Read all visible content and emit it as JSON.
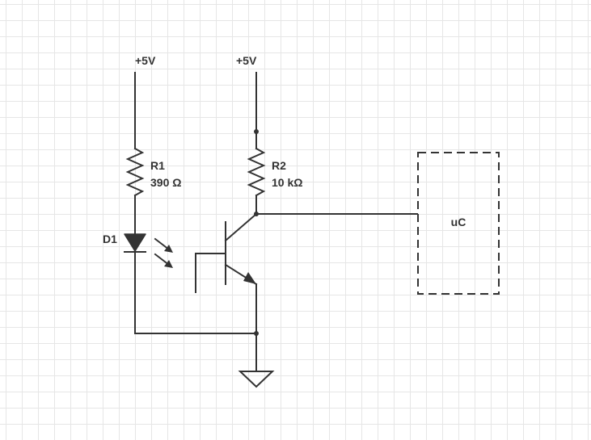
{
  "schematic": {
    "supply_left": "+5V",
    "supply_right": "+5V",
    "r1": {
      "ref": "R1",
      "value": "390 Ω"
    },
    "r2": {
      "ref": "R2",
      "value": "10 kΩ"
    },
    "d1": {
      "ref": "D1"
    },
    "mcu": {
      "label": "uC"
    }
  },
  "colors": {
    "wire": "#333333",
    "grid": "#e6e6e6",
    "background": "#ffffff"
  }
}
